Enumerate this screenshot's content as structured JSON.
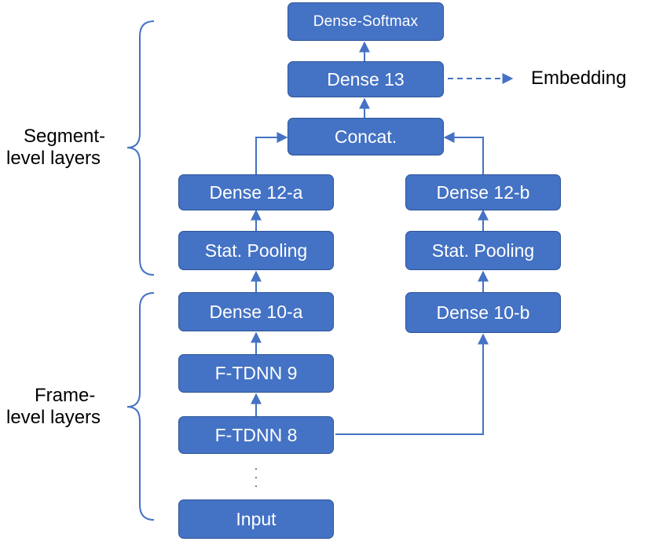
{
  "nodes": {
    "dense_softmax": "Dense-Softmax",
    "dense_13": "Dense 13",
    "concat": "Concat.",
    "dense_12a": "Dense 12-a",
    "dense_12b": "Dense 12-b",
    "stat_pooling_a": "Stat. Pooling",
    "stat_pooling_b": "Stat. Pooling",
    "dense_10a": "Dense 10-a",
    "dense_10b": "Dense 10-b",
    "ftdnn_9": "F-TDNN 9",
    "ftdnn_8": "F-TDNN 8",
    "input": "Input"
  },
  "output_label": "Embedding",
  "groups": {
    "segment_level": {
      "line1": "Segment-",
      "line2": "level layers"
    },
    "frame_level": {
      "line1": "Frame-",
      "line2": "level layers"
    }
  },
  "ellipsis": "·\n·\n·",
  "colors": {
    "box_fill": "#4472C4",
    "box_border": "#2F5597",
    "arrow": "#4472C4",
    "brace": "#4472C4",
    "text_on_box": "#FFFFFF"
  }
}
